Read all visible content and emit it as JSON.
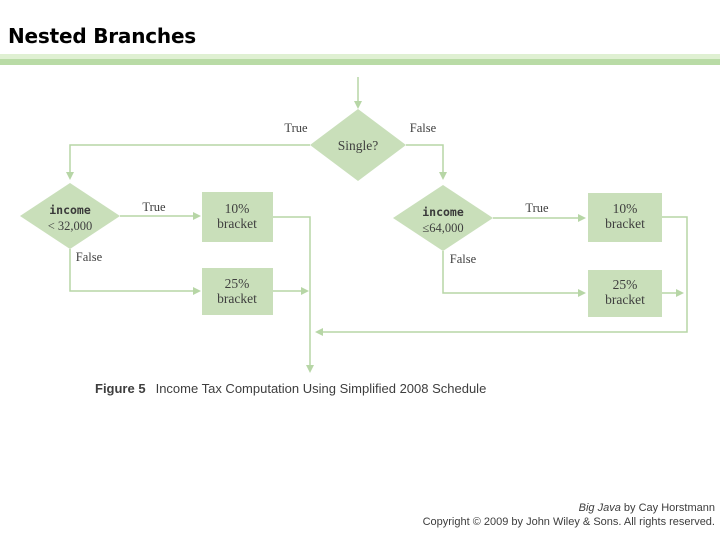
{
  "slide": {
    "title": "Nested Branches",
    "caption": {
      "label": "Figure 5",
      "text": "Income Tax Computation Using Simplified 2008 Schedule"
    },
    "footer": {
      "book_title": "Big Java",
      "book_byline": " by Cay Horstmann",
      "copyright": "Copyright © 2009 by John Wiley & Sons.  All rights reserved."
    }
  },
  "flowchart": {
    "start_decision": "Single?",
    "left_decision": {
      "line1": "income",
      "line2": "< 32,000"
    },
    "right_decision": {
      "line1": "income",
      "line2": "≤64,000"
    },
    "true_label": "True",
    "false_label": "False",
    "bracket_10": {
      "line1": "10%",
      "line2": "bracket"
    },
    "bracket_25": {
      "line1": "25%",
      "line2": "bracket"
    }
  },
  "colors": {
    "shape_fill": "#c9dfba",
    "connector": "#b7d6a6",
    "divider_light": "#dff0d2",
    "divider_dark": "#b9dba6",
    "title_text": "#000000",
    "diagram_text": "#3f3f3f"
  }
}
